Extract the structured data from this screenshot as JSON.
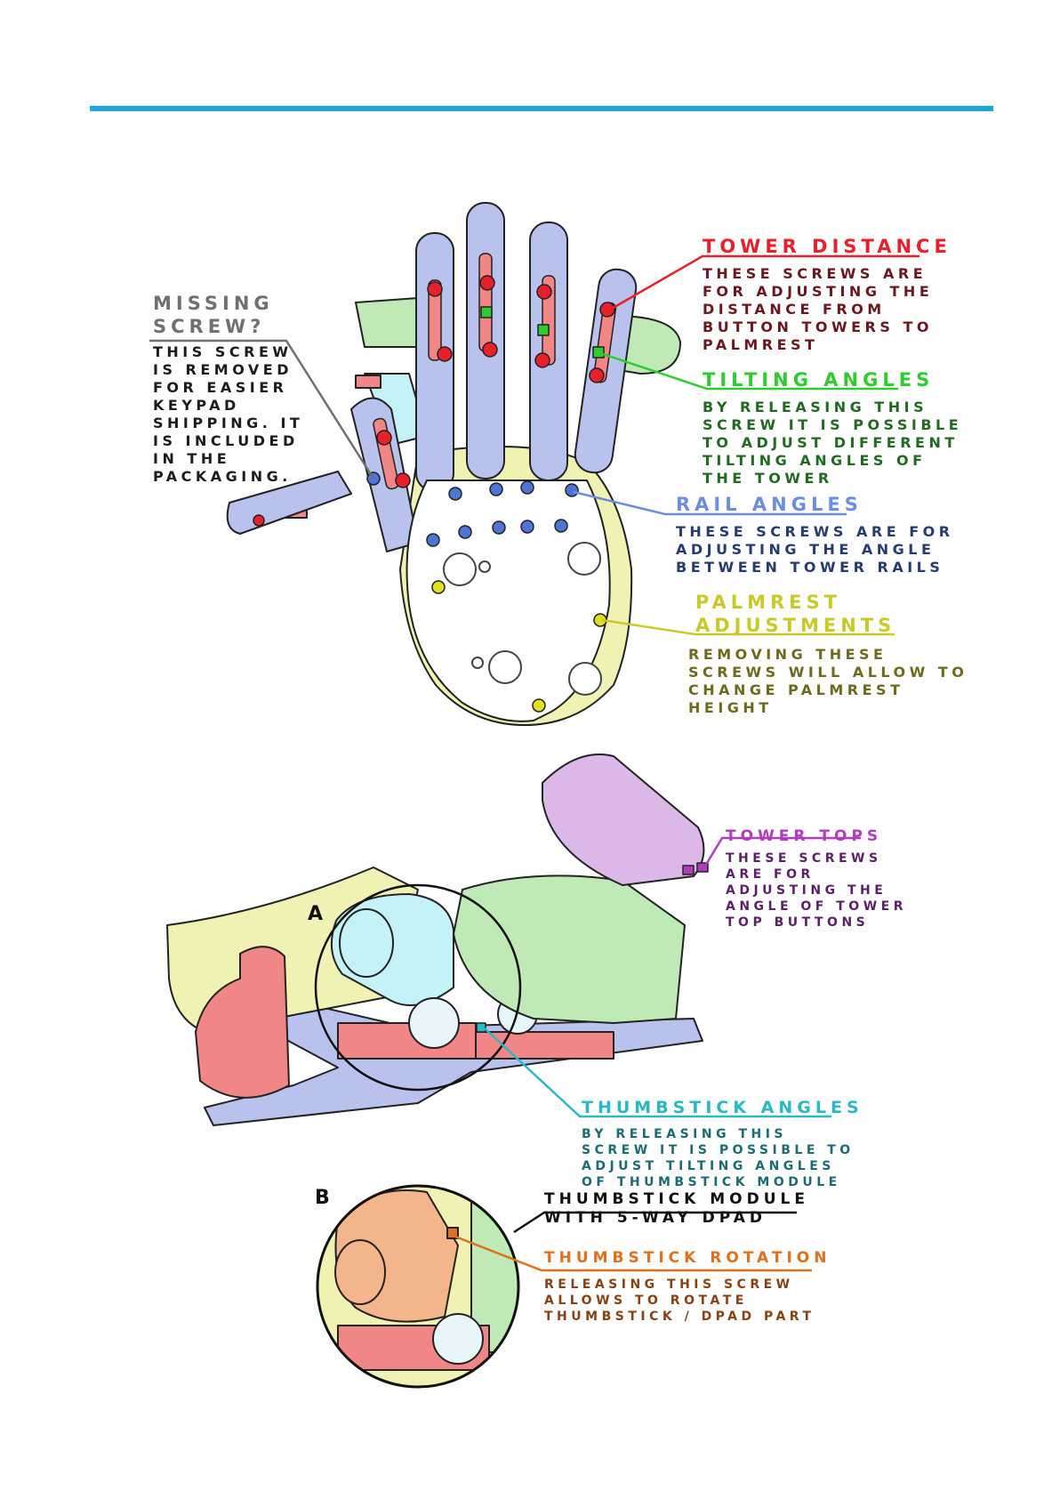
{
  "colors": {
    "topline": "#1aa7e0",
    "tower_distance": "#e8202a",
    "tower_distance_body": "#6e1620",
    "tilting_angles": "#2ecc2e",
    "tilting_angles_body": "#1f6b1f",
    "rail_angles": "#6b8fe0",
    "rail_angles_body": "#253c70",
    "palmrest": "#c9c92a",
    "palmrest_body": "#6e6a1c",
    "missing_screw": "#707070",
    "missing_screw_body": "#1c1c1c",
    "tower_tops": "#b23cc0",
    "tower_tops_body": "#5e1f6a",
    "thumbstick_angles": "#2ab8c4",
    "thumbstick_angles_body": "#1c6b72",
    "thumbstick_module": "#111111",
    "thumbstick_rotation": "#e0701a",
    "thumbstick_rotation_body": "#8a4010",
    "part_blue": "#b9c2ec",
    "part_green": "#bfeab6",
    "part_yellow": "#f0f2b4",
    "part_red": "#f08686",
    "part_cyan": "#c4f2f6",
    "part_purple": "#dcb8e8",
    "part_orange": "#f4b48c"
  },
  "labels": {
    "missing_screw": {
      "title_line1": "MISSING",
      "title_line2": "SCREW?",
      "body": "THIS SCREW\nIS REMOVED\nFOR EASIER\nKEYPAD\nSHIPPING. IT\nIS INCLUDED\nIN THE\nPACKAGING."
    },
    "tower_distance": {
      "title": "TOWER DISTANCE",
      "body": "THESE SCREWS ARE\nFOR ADJUSTING THE\nDISTANCE FROM\nBUTTON TOWERS TO\nPALMREST"
    },
    "tilting_angles": {
      "title": "TILTING ANGLES",
      "body": "BY RELEASING THIS\nSCREW IT IS POSSIBLE\nTO ADJUST DIFFERENT\nTILTING ANGLES OF\nTHE TOWER"
    },
    "rail_angles": {
      "title": "RAIL ANGLES",
      "body": "THESE SCREWS ARE FOR\nADJUSTING THE ANGLE\nBETWEEN TOWER RAILS"
    },
    "palmrest": {
      "title_line1": "PALMREST",
      "title_line2": "ADJUSTMENTS",
      "body": "REMOVING THESE\nSCREWS WILL ALLOW TO\nCHANGE PALMREST\nHEIGHT"
    },
    "tower_tops": {
      "title": "TOWER TOPS",
      "body": "THESE SCREWS\nARE FOR\nADJUSTING THE\nANGLE OF TOWER\nTOP BUTTONS"
    },
    "thumbstick_angles": {
      "title": "THUMBSTICK ANGLES",
      "body": "BY RELEASING THIS\nSCREW IT IS POSSIBLE TO\nADJUST TILTING ANGLES\nOF THUMBSTICK MODULE"
    },
    "thumbstick_module": {
      "line1": "THUMBSTICK MODULE",
      "line2": "WITH 5-WAY DPAD"
    },
    "thumbstick_rotation": {
      "title": "THUMBSTICK ROTATION",
      "body": "RELEASING THIS SCREW\nALLOWS TO ROTATE\nTHUMBSTICK / DPAD PART"
    },
    "detail_a": "A",
    "detail_b": "B"
  }
}
